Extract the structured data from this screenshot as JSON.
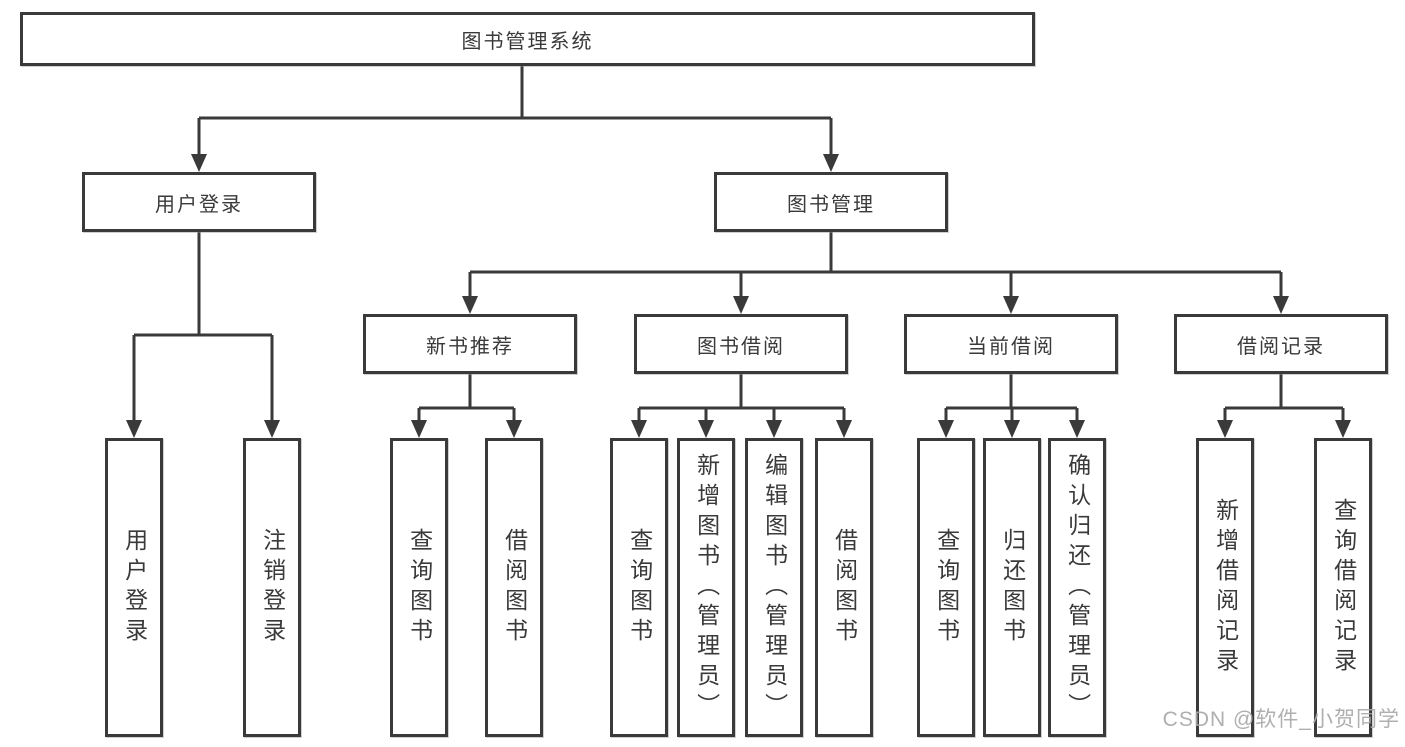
{
  "tree": {
    "root": {
      "label": "图书管理系统"
    },
    "children": [
      {
        "label": "用户登录",
        "children": [
          {
            "label": "用户登录"
          },
          {
            "label": "注销登录"
          }
        ]
      },
      {
        "label": "图书管理",
        "children": [
          {
            "label": "新书推荐",
            "children": [
              {
                "label": "查询图书"
              },
              {
                "label": "借阅图书"
              }
            ]
          },
          {
            "label": "图书借阅",
            "children": [
              {
                "label": "查询图书"
              },
              {
                "label": "新增图书（管理员）"
              },
              {
                "label": "编辑图书（管理员）"
              },
              {
                "label": "借阅图书"
              }
            ]
          },
          {
            "label": "当前借阅",
            "children": [
              {
                "label": "查询图书"
              },
              {
                "label": "归还图书"
              },
              {
                "label": "确认归还（管理员）"
              }
            ]
          },
          {
            "label": "借阅记录",
            "children": [
              {
                "label": "新增借阅记录"
              },
              {
                "label": "查询借阅记录"
              }
            ]
          }
        ]
      }
    ]
  },
  "watermark": {
    "text": "CSDN @软件_小贺同学"
  },
  "colors": {
    "line": "#3a3a3a",
    "box_border": "#3a3a3a",
    "box_fill": "#ffffff",
    "text": "#3a3a3a",
    "watermark": "#a8a8a8",
    "background": "#ffffff"
  }
}
